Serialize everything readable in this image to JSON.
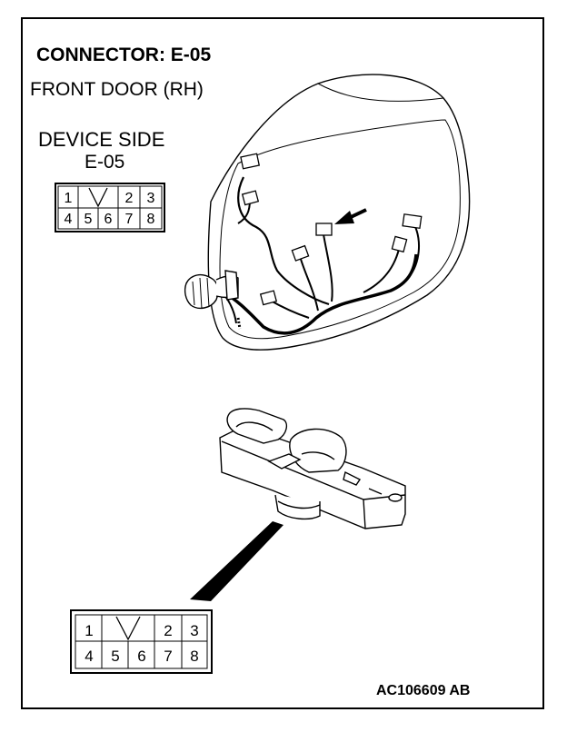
{
  "title": "CONNECTOR: E-05",
  "subtitle": "FRONT DOOR (RH)",
  "device_side_label": "DEVICE SIDE",
  "device_id": "E-05",
  "figure_code": "AC106609 AB",
  "pinout": {
    "top_row": [
      "1",
      "",
      "2",
      "3"
    ],
    "bottom_row": [
      "4",
      "5",
      "6",
      "7",
      "8"
    ]
  }
}
